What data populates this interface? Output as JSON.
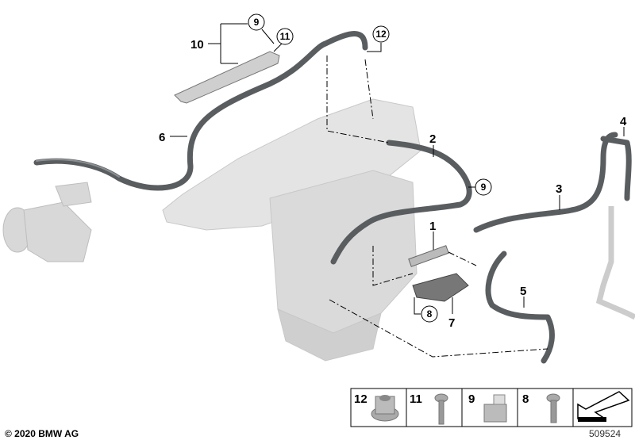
{
  "callouts": {
    "c1": "1",
    "c2": "2",
    "c3": "3",
    "c4": "4",
    "c5": "5",
    "c6": "6",
    "c7": "7",
    "c8": "8",
    "c9a": "9",
    "c9b": "9",
    "c10": "10",
    "c11": "11",
    "c12": "12"
  },
  "legend": [
    {
      "number": "12",
      "icon": "flange-nut-icon"
    },
    {
      "number": "11",
      "icon": "self-tapping-screw-icon"
    },
    {
      "number": "9",
      "icon": "clip-nut-icon"
    },
    {
      "number": "8",
      "icon": "bolt-icon"
    },
    {
      "number": "",
      "icon": "arrow-direction-icon"
    }
  ],
  "copyright": "© 2020 BMW AG",
  "diagram_number": "509524",
  "colors": {
    "hose": "#5a5d5f",
    "part_gray": "#d4d4d4",
    "outline": "#000000"
  }
}
